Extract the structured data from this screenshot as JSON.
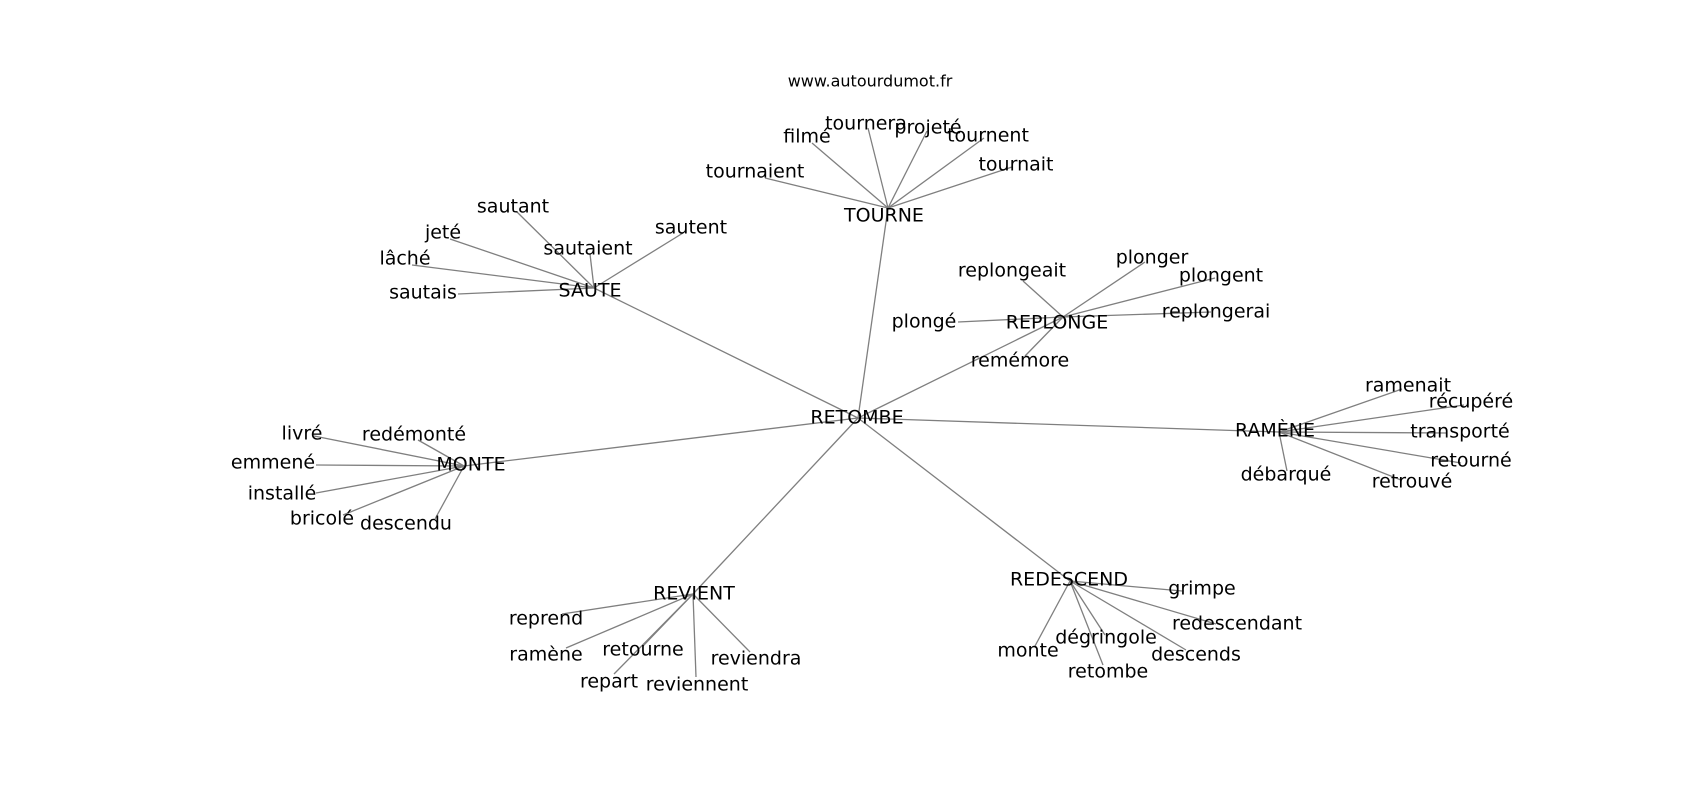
{
  "site": {
    "watermark": "www.autourdumot.fr"
  },
  "style": {
    "edge_color": "#7f7f7f",
    "text_color": "#000000",
    "background": "#ffffff"
  },
  "graph": {
    "root": "RETOMBE",
    "hubs": [
      {
        "label": "TOURNE",
        "children": [
          "tournaient",
          "filmé",
          "tournera",
          "projeté",
          "tournent",
          "tournait"
        ]
      },
      {
        "label": "SAUTE",
        "children": [
          "sautant",
          "jeté",
          "lâché",
          "sautais",
          "sautaient",
          "sautent"
        ]
      },
      {
        "label": "REPLONGE",
        "children": [
          "replongeait",
          "plonger",
          "plongent",
          "replongerai",
          "plongé",
          "remémore"
        ]
      },
      {
        "label": "RAMÈNE",
        "children": [
          "ramenait",
          "récupéré",
          "transporté",
          "retourné",
          "retrouvé",
          "débarqué"
        ]
      },
      {
        "label": "MONTE",
        "children": [
          "livré",
          "redémonté",
          "emmené",
          "installé",
          "bricolé",
          "descendu"
        ]
      },
      {
        "label": "REVIENT",
        "children": [
          "reprend",
          "ramène",
          "retourne",
          "repart",
          "reviennent",
          "reviendra"
        ]
      },
      {
        "label": "REDESCEND",
        "children": [
          "grimpe",
          "redescendant",
          "descends",
          "dégringole",
          "retombe",
          "monte"
        ]
      }
    ]
  }
}
